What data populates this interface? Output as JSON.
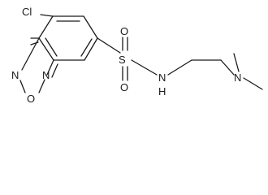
{
  "atoms": {
    "cl": "Cl",
    "n_ring_top": "N",
    "o_ring": "O",
    "n_ring_bottom": "N",
    "s": "S",
    "o_sulfonyl_top": "O",
    "o_sulfonyl_bottom": "O",
    "nh_n": "N",
    "nh_h": "H",
    "n_amine": "N"
  }
}
